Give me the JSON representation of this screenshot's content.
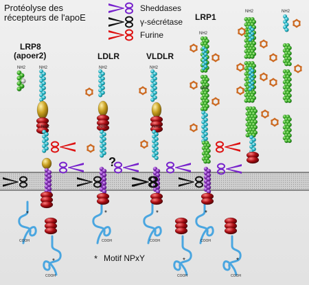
{
  "title_line1": "Protéolyse des",
  "title_line2": "récepteurs de l'apoE",
  "legend": {
    "sheddases": "Sheddases",
    "gamma": "γ-sécrétase",
    "furine": "Furine"
  },
  "receptors": {
    "lrp8": "LRP8",
    "lrp8_alias": "(apoer2)",
    "ldlr": "LDLR",
    "vldlr": "VLDLR",
    "lrp1": "LRP1"
  },
  "question_mark": "?",
  "nh2": "NH2",
  "cooh": "COOH",
  "motif_star": "*",
  "motif_label": "Motif NPxY",
  "colors": {
    "sheddase": "#7722cc",
    "gamma": "#111111",
    "furin": "#dd1111",
    "green": "#33aa22",
    "cyan": "#22b8c8",
    "orange": "#cc6a22",
    "gold": "#c8a020",
    "red": "#aa0e14",
    "blue_tail": "#4aa6e0"
  }
}
